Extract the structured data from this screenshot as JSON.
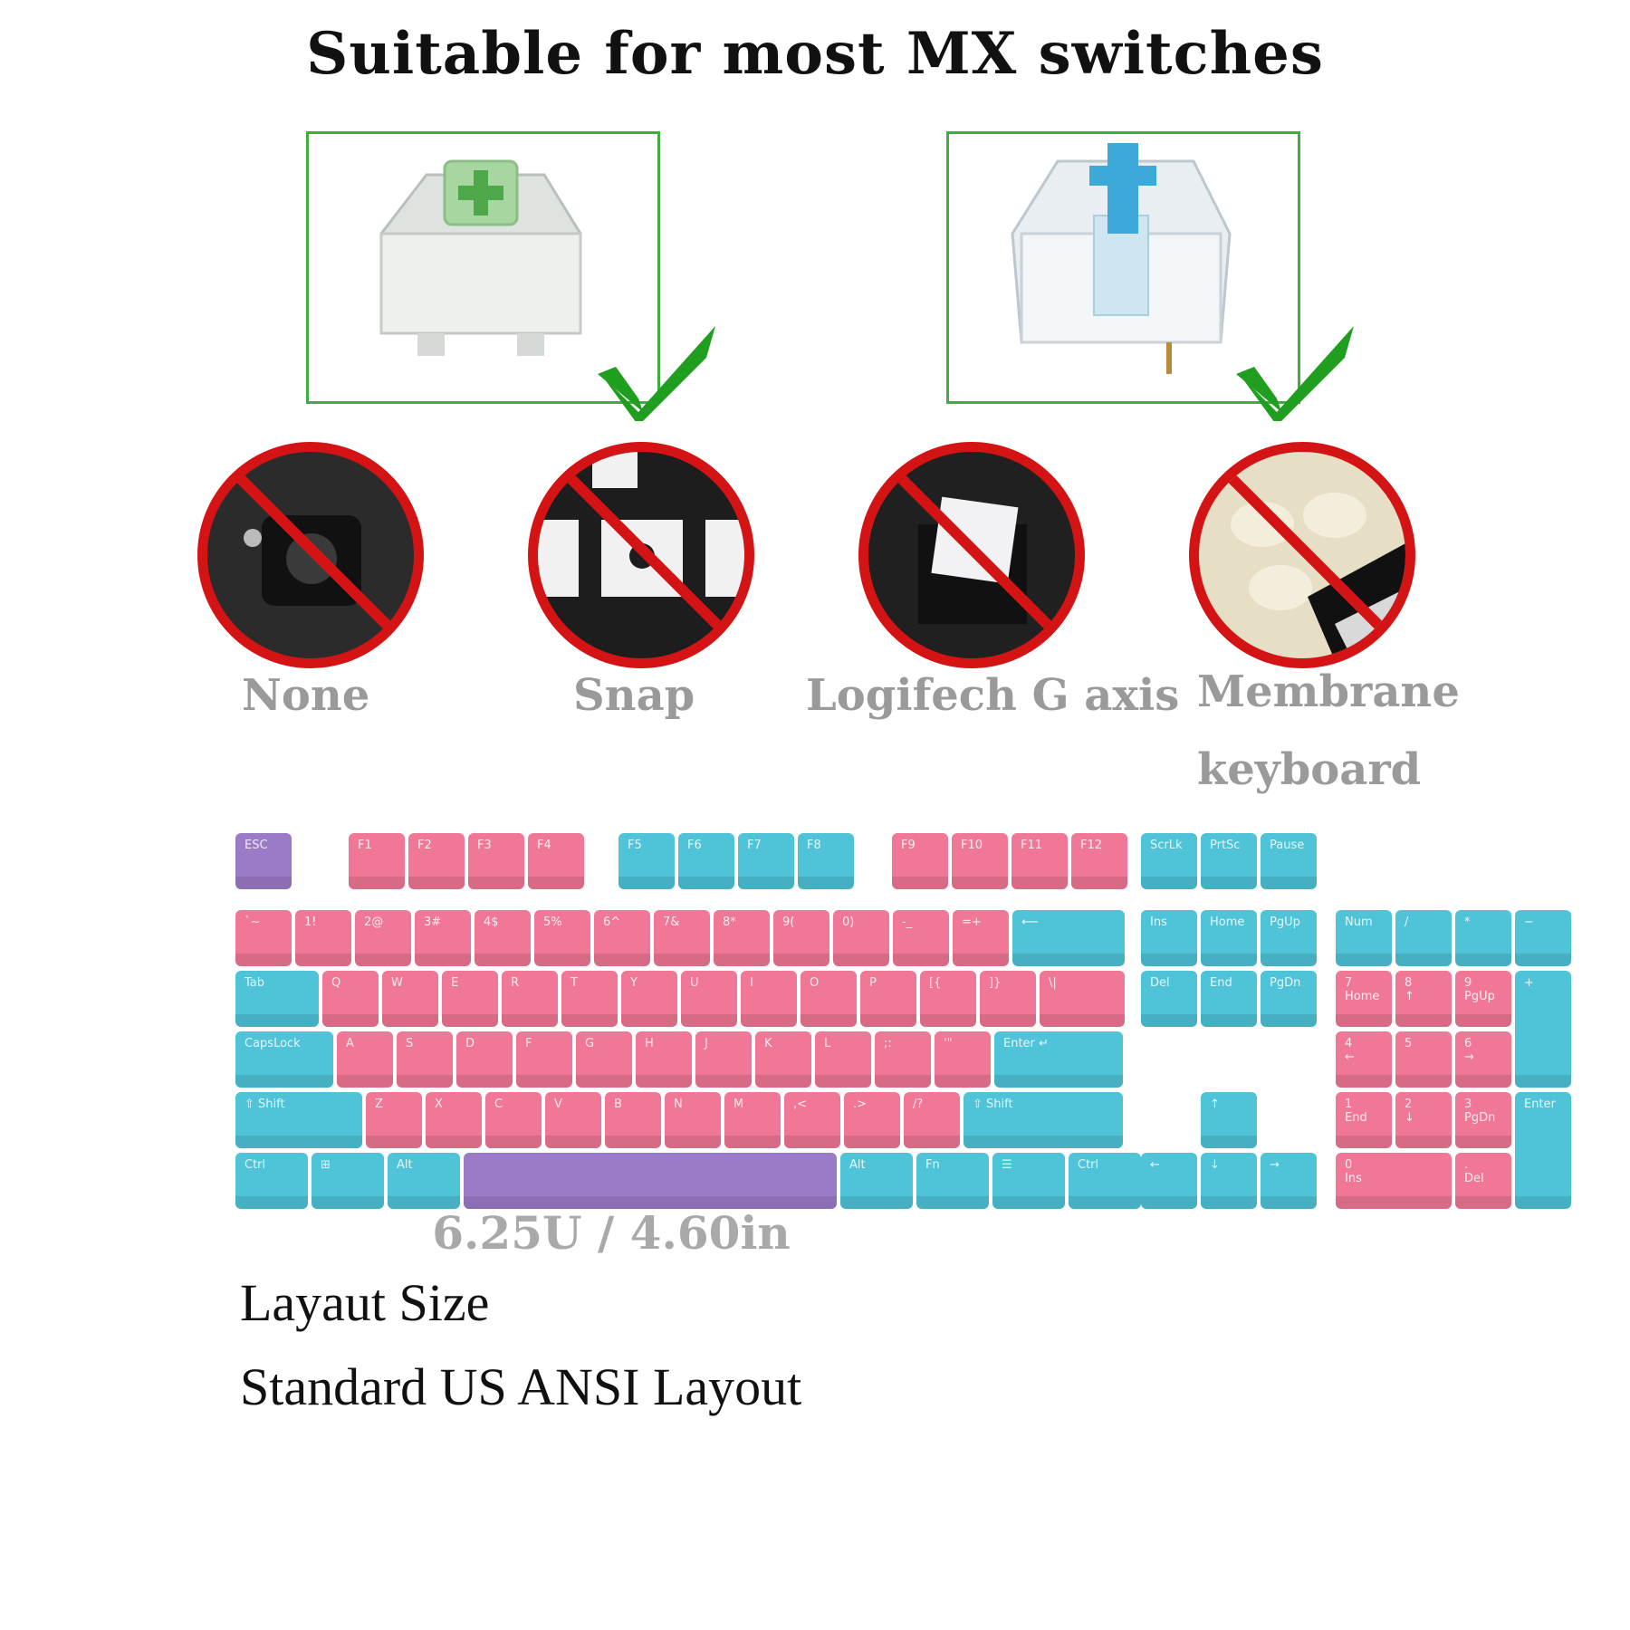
{
  "headline": "Suitable for most MX switches",
  "colors": {
    "pink": "#f07896",
    "blue": "#4fc3d8",
    "purple": "#9b7bc8",
    "check_green": "#1f9e1f",
    "prohibit_red": "#d41414"
  },
  "switch_images": [
    "green-mx-switch",
    "blue-mx-switch"
  ],
  "incompatible": [
    {
      "label": "None",
      "icon": "prohibited-icon"
    },
    {
      "label": "Snap",
      "icon": "prohibited-icon"
    },
    {
      "label": "Logifech G axis",
      "icon": "prohibited-icon"
    },
    {
      "label": "Membrane",
      "label2": "keyboard",
      "icon": "prohibited-icon"
    }
  ],
  "spacebar_caption": "6.25U / 4.60in",
  "info": {
    "line1": "Layaut Size",
    "line2": "Standard US ANSI Layout"
  },
  "keys": {
    "esc": "ESC",
    "f": [
      "F1",
      "F2",
      "F3",
      "F4",
      "F5",
      "F6",
      "F7",
      "F8",
      "F9",
      "F10",
      "F11",
      "F12"
    ],
    "nav_top": [
      "ScrLk",
      "PrtSc",
      "Pause"
    ],
    "num_row": [
      "`~",
      "1!",
      "2@",
      "3#",
      "4$",
      "5%",
      "6^",
      "7&",
      "8*",
      "9(",
      "0)",
      "-_",
      "=+"
    ],
    "backspace": "⟵",
    "nav_mid": [
      "Ins",
      "Home",
      "PgUp",
      "Del",
      "End",
      "PgDn"
    ],
    "numpad_top": [
      "Num",
      "/",
      "*",
      "−"
    ],
    "tab": "Tab",
    "q_row": [
      "Q",
      "W",
      "E",
      "R",
      "T",
      "Y",
      "U",
      "I",
      "O",
      "P",
      "[{",
      "]}",
      "\\|"
    ],
    "caps": "CapsLock",
    "a_row": [
      "A",
      "S",
      "D",
      "F",
      "G",
      "H",
      "J",
      "K",
      "L",
      ";:",
      "'\""
    ],
    "enter": "Enter ↵",
    "shift": "⇧ Shift",
    "z_row": [
      "Z",
      "X",
      "C",
      "V",
      "B",
      "N",
      "M",
      ",<",
      ".>",
      "/?"
    ],
    "bottom_left": [
      "Ctrl",
      "⊞",
      "Alt"
    ],
    "bottom_right": [
      "Alt",
      "Fn",
      "☰",
      "Ctrl"
    ],
    "arrows": [
      "↑",
      "←",
      "↓",
      "→"
    ],
    "numpad": [
      "7\nHome",
      "8\n↑",
      "9\nPgUp",
      "+",
      "4\n←",
      "5",
      "6\n→",
      "1\nEnd",
      "2\n↓",
      "3\nPgDn",
      "Enter",
      "0\nIns",
      ".\nDel"
    ]
  }
}
